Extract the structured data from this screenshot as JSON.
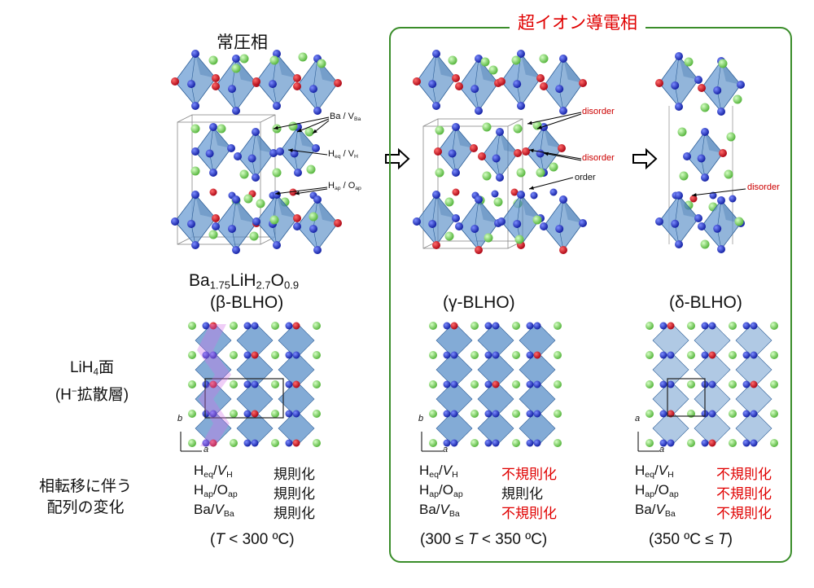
{
  "colors": {
    "panel_border": "#3a8d2a",
    "red_text": "#e00000",
    "hydrogen": "#1a2bb8",
    "oxygen": "#d4001c",
    "barium": "#7bd65a",
    "octahedron": "#4f87c4"
  },
  "left_column": {
    "plane_label_line1": "LiH",
    "plane_label_line1_sub": "4",
    "plane_label_line1_end": "面",
    "plane_label_line2": "(H",
    "plane_label_line2_sup": "−",
    "plane_label_line2_end": "拡散層)",
    "transition_label_line1": "相転移に伴う",
    "transition_label_line2": "配列の変化"
  },
  "beta": {
    "header": "常圧相",
    "formula": {
      "a": "Ba",
      "a_sub": "1.75",
      "b": "LiH",
      "b_sub": "2.7",
      "c": "O",
      "c_sub": "0.9"
    },
    "name": "(β-BLHO)",
    "annotations": {
      "ba": "Ba / V",
      "ba_sub": "Ba",
      "heq": "H",
      "heq_sub": "eq",
      "heq_mid": " / V",
      "heq_sub2": "H",
      "hap": "H",
      "hap_sub": "ap",
      "hap_mid": " / O",
      "hap_sub2": "ap"
    },
    "axis_b": "b",
    "axis_a": "a",
    "states": [
      "規則化",
      "規則化",
      "規則化"
    ],
    "temp": "(T < 300 ºC)"
  },
  "super_panel": {
    "title": "超イオン導電相"
  },
  "gamma": {
    "name": "(γ-BLHO)",
    "annotations": [
      "disorder",
      "disorder",
      "order"
    ],
    "axis_b": "b",
    "axis_a": "a",
    "states": [
      "不規則化",
      "規則化",
      "不規則化"
    ],
    "temp": "(300 ≤ T < 350 ºC)"
  },
  "delta": {
    "name": "(δ-BLHO)",
    "annotations": [
      "disorder"
    ],
    "axis_b": "a",
    "axis_a": "a",
    "states": [
      "不規則化",
      "不規則化",
      "不規則化"
    ],
    "temp": "(350 ºC ≤ T)"
  },
  "row_labels": [
    {
      "main": "H",
      "sub": "eq",
      "sep": "/",
      "v": "V",
      "vsub": "H"
    },
    {
      "main": "H",
      "sub": "ap",
      "sep": "/",
      "v": "O",
      "vsub": "ap"
    },
    {
      "main": "Ba",
      "sub": "",
      "sep": "/",
      "v": "V",
      "vsub": "Ba"
    }
  ]
}
